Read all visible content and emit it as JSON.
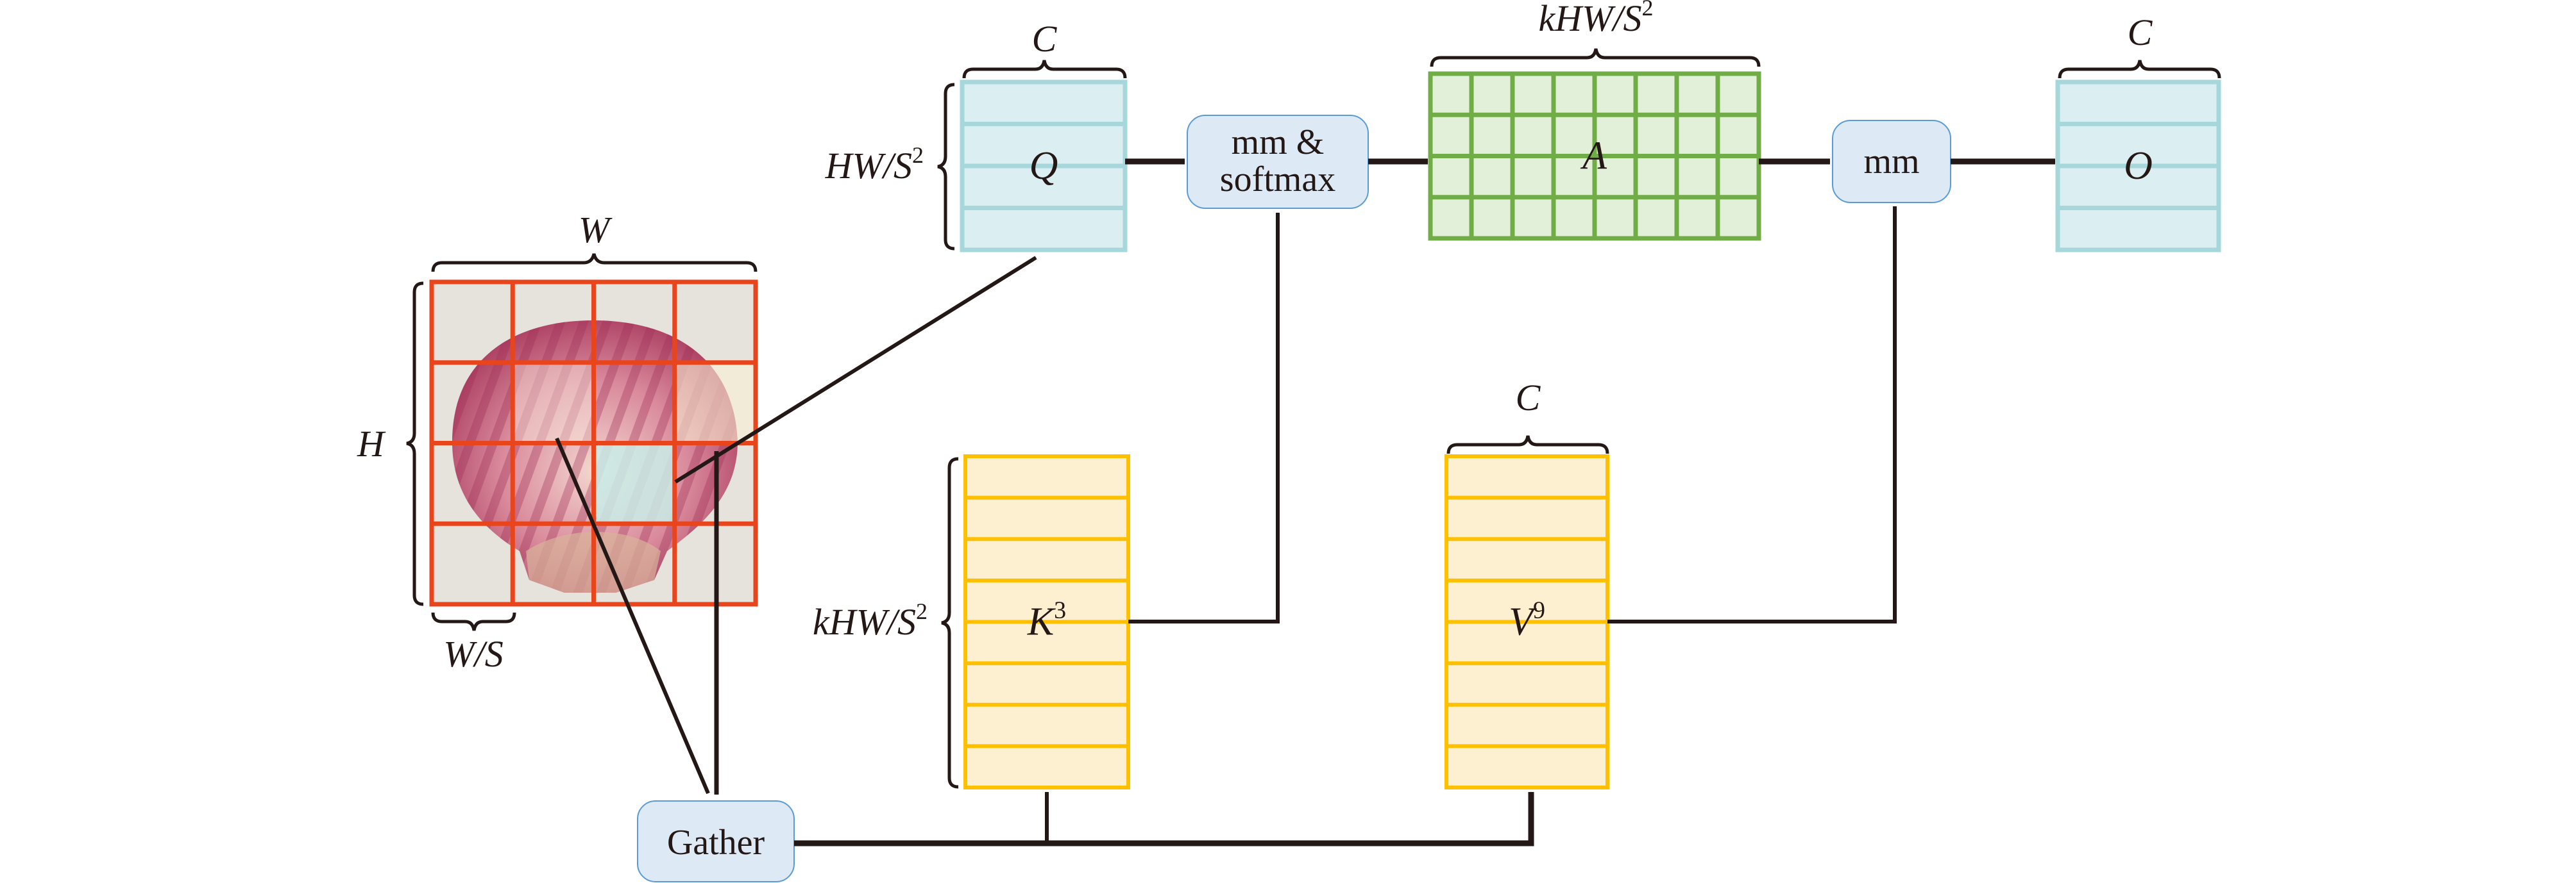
{
  "input_image": {
    "description": "scallop-shell",
    "grid_rows": 4,
    "grid_cols": 4,
    "width_label": "W",
    "height_label": "H",
    "patch_label": "W/S",
    "grid_color": "#e8451c",
    "highlight_query_cell": [
      2,
      2
    ],
    "highlight_query_color": "#c9ece6"
  },
  "tensors": {
    "Q": {
      "label": "Q",
      "sup": "",
      "top_label": "C",
      "side_label": "HW/S",
      "side_sup": "2",
      "rows": 4,
      "cols": 1,
      "fill": "#dbeef2",
      "stroke": "#a5d7db"
    },
    "A": {
      "label": "A",
      "sup": "",
      "top_label": "kHW/S",
      "top_sup": "2",
      "rows": 4,
      "cols": 8,
      "fill": "#e3f0d9",
      "stroke": "#70ad47"
    },
    "O": {
      "label": "O",
      "sup": "",
      "top_label": "C",
      "rows": 4,
      "cols": 1,
      "fill": "#dbeef2",
      "stroke": "#a5d7db"
    },
    "K": {
      "label": "K",
      "sup": "3",
      "side_label": "kHW/S",
      "side_sup": "2",
      "rows": 8,
      "cols": 1,
      "fill": "#fdf0d0",
      "stroke": "#ffc000"
    },
    "V": {
      "label": "V",
      "sup": "9",
      "top_label": "C",
      "rows": 8,
      "cols": 1,
      "fill": "#fdf0d0",
      "stroke": "#ffc000"
    }
  },
  "ops": {
    "mm_softmax": {
      "line1": "mm &",
      "line2": "softmax"
    },
    "mm": {
      "label": "mm"
    },
    "gather": {
      "label": "Gather"
    },
    "fill": "#ddeaf6",
    "stroke": "#5b9bd5"
  },
  "edges": [
    {
      "from": "input_image",
      "to": "Q"
    },
    {
      "from": "input_image",
      "to": "gather"
    },
    {
      "from": "Q",
      "to": "mm_softmax"
    },
    {
      "from": "gather",
      "to": "K"
    },
    {
      "from": "gather",
      "to": "V"
    },
    {
      "from": "K",
      "to": "mm_softmax"
    },
    {
      "from": "mm_softmax",
      "to": "A"
    },
    {
      "from": "A",
      "to": "mm"
    },
    {
      "from": "V",
      "to": "mm"
    },
    {
      "from": "mm",
      "to": "O"
    }
  ],
  "arrow_color": "#231815"
}
